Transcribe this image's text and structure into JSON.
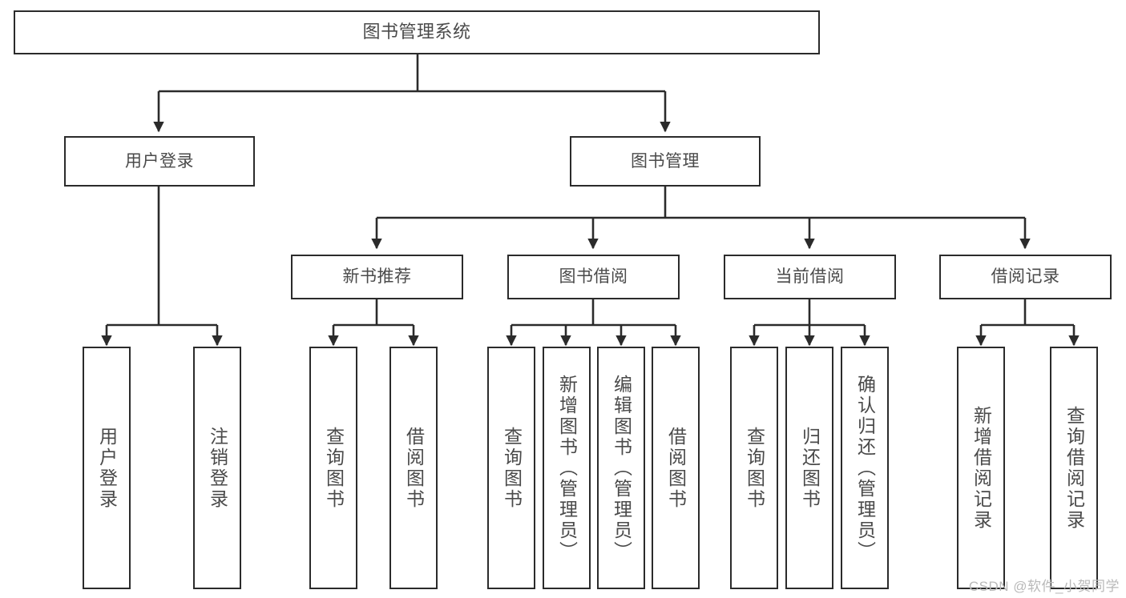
{
  "diagram": {
    "title": "图书管理系统",
    "watermark": "CSDN @软件_小贺同学",
    "line_color": "#2b2b2b",
    "box_fill": "#ffffff",
    "text_color": "#4a4a4a"
  },
  "nodes": {
    "root": {
      "label": "图书管理系统"
    },
    "level2": [
      {
        "label": "用户登录"
      },
      {
        "label": "图书管理"
      }
    ],
    "level3": [
      {
        "label": "新书推荐"
      },
      {
        "label": "图书借阅"
      },
      {
        "label": "当前借阅"
      },
      {
        "label": "借阅记录"
      }
    ],
    "leaves": {
      "user_login": [
        {
          "label": "用户登录"
        },
        {
          "label": "注销登录"
        }
      ],
      "new_book": [
        {
          "label": "查询图书"
        },
        {
          "label": "借阅图书"
        }
      ],
      "borrow_book": [
        {
          "label": "查询图书"
        },
        {
          "label": "新增图书（管理员）"
        },
        {
          "label": "编辑图书（管理员）"
        },
        {
          "label": "借阅图书"
        }
      ],
      "current_borrow": [
        {
          "label": "查询图书"
        },
        {
          "label": "归还图书"
        },
        {
          "label": "确认归还（管理员）"
        }
      ],
      "borrow_record": [
        {
          "label": "新增借阅记录"
        },
        {
          "label": "查询借阅记录"
        }
      ]
    }
  },
  "tree": {
    "图书管理系统": [
      "用户登录",
      "图书管理"
    ],
    "用户登录": [
      "用户登录",
      "注销登录"
    ],
    "图书管理": [
      "新书推荐",
      "图书借阅",
      "当前借阅",
      "借阅记录"
    ],
    "新书推荐": [
      "查询图书",
      "借阅图书"
    ],
    "图书借阅": [
      "查询图书",
      "新增图书（管理员）",
      "编辑图书（管理员）",
      "借阅图书"
    ],
    "当前借阅": [
      "查询图书",
      "归还图书",
      "确认归还（管理员）"
    ],
    "借阅记录": [
      "新增借阅记录",
      "查询借阅记录"
    ]
  }
}
